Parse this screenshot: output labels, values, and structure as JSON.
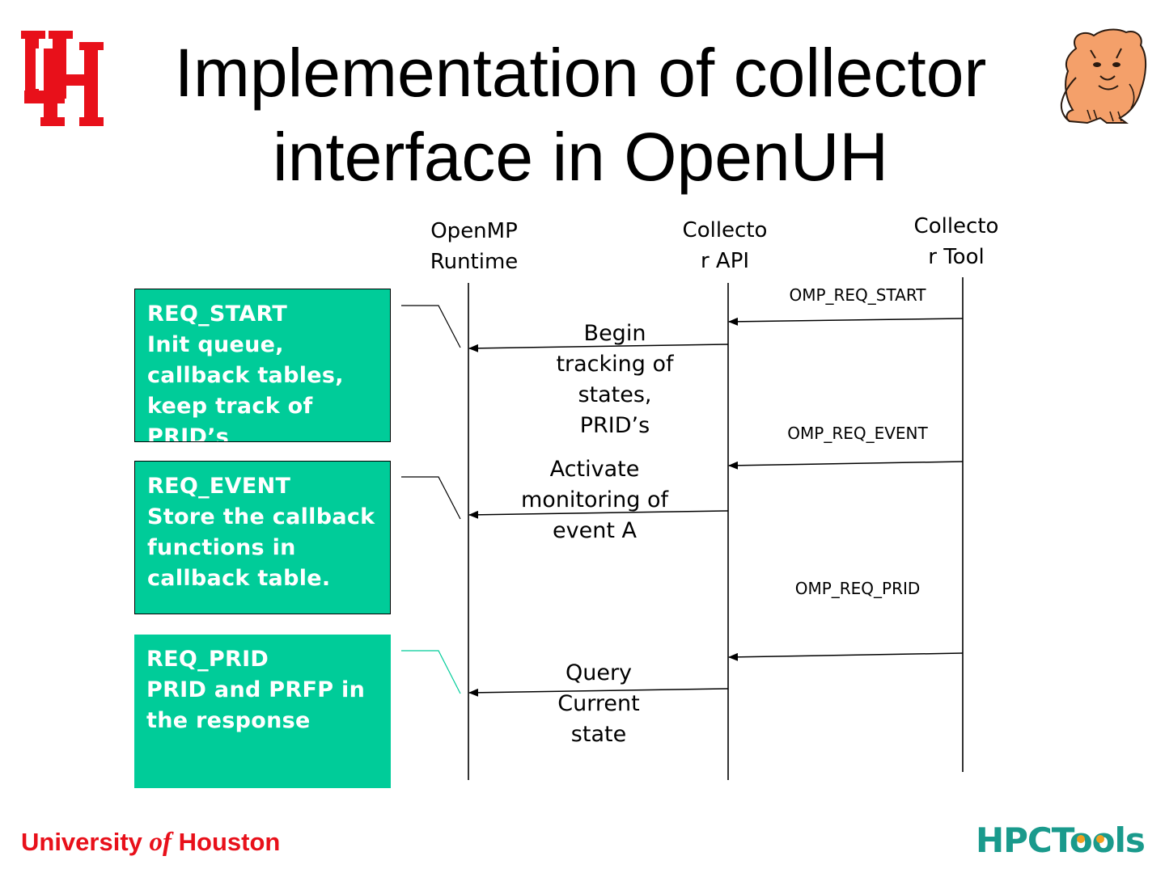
{
  "title": {
    "lines": [
      "Implementation of collector",
      "interface in OpenUH"
    ]
  },
  "lifelines": [
    {
      "id": "runtime",
      "lines": [
        "OpenMP",
        "Runtime"
      ]
    },
    {
      "id": "api",
      "lines": [
        "Collecto",
        "r API"
      ]
    },
    {
      "id": "tool",
      "lines": [
        "Collecto",
        "r Tool"
      ]
    }
  ],
  "tool_messages": [
    "OMP_REQ_START",
    "OMP_REQ_EVENT",
    "OMP_REQ_PRID"
  ],
  "api_notes": [
    {
      "lines": [
        "Begin",
        "tracking of",
        "states,",
        "PRID’s"
      ]
    },
    {
      "lines": [
        "Activate",
        "monitoring of",
        "event A"
      ]
    },
    {
      "lines": [
        "Query",
        "Current",
        "state"
      ]
    }
  ],
  "boxes": [
    {
      "lines": [
        "REQ_START",
        "Init queue,",
        "callback tables,",
        "keep track of",
        "PRID’s"
      ]
    },
    {
      "lines": [
        "REQ_EVENT",
        "Store the callback",
        "functions in",
        "callback table."
      ]
    },
    {
      "lines": [
        "REQ_PRID",
        "PRID and PRFP in",
        "the response"
      ]
    }
  ],
  "footer": {
    "university_pre": "University ",
    "university_of": "of",
    "university_post": " Houston",
    "logo_text": "HPCTools"
  },
  "colors": {
    "box_fill": "#00cc99",
    "uh_red": "#e8101a",
    "hpctools_teal": "#1a9a8c",
    "hpctools_orange": "#f0a020"
  },
  "icons": {
    "left_logo": "uh-interlocking-logo",
    "right_logo": "cougar-mascot"
  }
}
